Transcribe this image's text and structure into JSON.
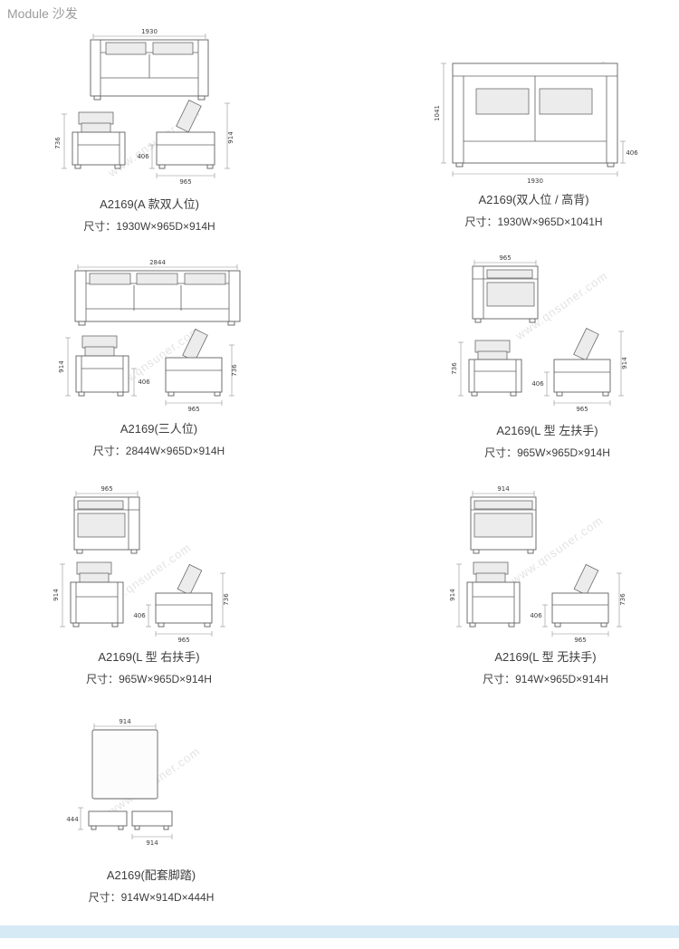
{
  "page": {
    "header": "Module 沙发",
    "watermark": "www.qnsuner.com"
  },
  "products": [
    {
      "title": "A2169(A 款双人位)",
      "size": "尺寸：1930W×965D×914H",
      "dims": {
        "width": "1930",
        "front_height": "736",
        "side_height": "914",
        "seat_height": "406",
        "depth": "965"
      }
    },
    {
      "title": "A2169(双人位 / 高背)",
      "size": "尺寸：1930W×965D×1041H",
      "dims": {
        "height": "1041",
        "seat_height": "406",
        "width": "1930"
      }
    },
    {
      "title": "A2169(三人位)",
      "size": "尺寸：2844W×965D×914H",
      "dims": {
        "width": "2844",
        "front_height": "914",
        "seat_height": "406",
        "side_height": "736",
        "depth": "965"
      }
    },
    {
      "title": "A2169(L 型 左扶手)",
      "size": "尺寸：965W×965D×914H",
      "dims": {
        "width": "965",
        "front_height": "736",
        "side_height": "914",
        "seat_height": "406",
        "depth": "965"
      }
    },
    {
      "title": "A2169(L 型 右扶手)",
      "size": "尺寸：965W×965D×914H",
      "dims": {
        "width": "965",
        "front_height": "914",
        "seat_height": "406",
        "side_height": "736",
        "depth": "965"
      }
    },
    {
      "title": "A2169(L 型 无扶手)",
      "size": "尺寸：914W×965D×914H",
      "dims": {
        "width": "914",
        "front_height": "914",
        "seat_height": "406",
        "side_height": "736",
        "depth": "965"
      }
    },
    {
      "title": "A2169(配套脚踏)",
      "size": "尺寸：914W×914D×444H",
      "dims": {
        "width": "914",
        "height": "444",
        "bottom_width": "914"
      }
    }
  ]
}
